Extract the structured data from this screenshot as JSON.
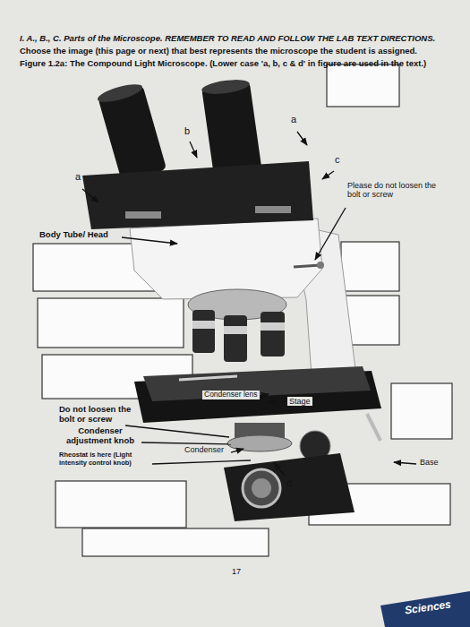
{
  "diagram": {
    "title": "I. A., B., C. Parts of the Microscope. REMEMBER TO READ AND FOLLOW THE LAB TEXT DIRECTIONS.",
    "labels": [
      "Choose the image (this page or next) that best represents the microscope the student is assigned.",
      "Figure 1.2a: The Compound Light Microscope. (Lower case 'a, b, c & d' in figure are used in the text.)",
      "b",
      "a",
      "c",
      "a",
      "Please do not loosen the bolt or screw",
      "Body Tube/ Head",
      "Condenser lens",
      "Stage",
      "Do not loosen the bolt or screw",
      "Condenser adjustment knob",
      "Rheostat is here (Light intensity control knob)",
      "Condenser",
      "Base",
      "d",
      "17",
      "Sciences"
    ]
  }
}
